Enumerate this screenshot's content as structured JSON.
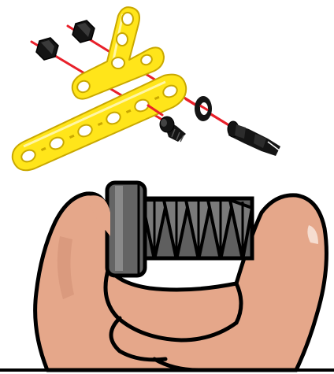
{
  "figure": {
    "type": "assembly-instruction",
    "top_panel": {
      "parts": [
        "nut",
        "nut",
        "l-bracket",
        "straight-beam",
        "washer",
        "bolt",
        "peg-connector"
      ],
      "guide_line_color": "#e8202a",
      "part_color_yellow": "#ffe51a",
      "part_color_black": "#141414"
    },
    "bottom_panel": {
      "subject": "bolt-held-between-fingers",
      "skin_color": "#e5a78a",
      "bolt_color": "#6e6e6e"
    }
  }
}
